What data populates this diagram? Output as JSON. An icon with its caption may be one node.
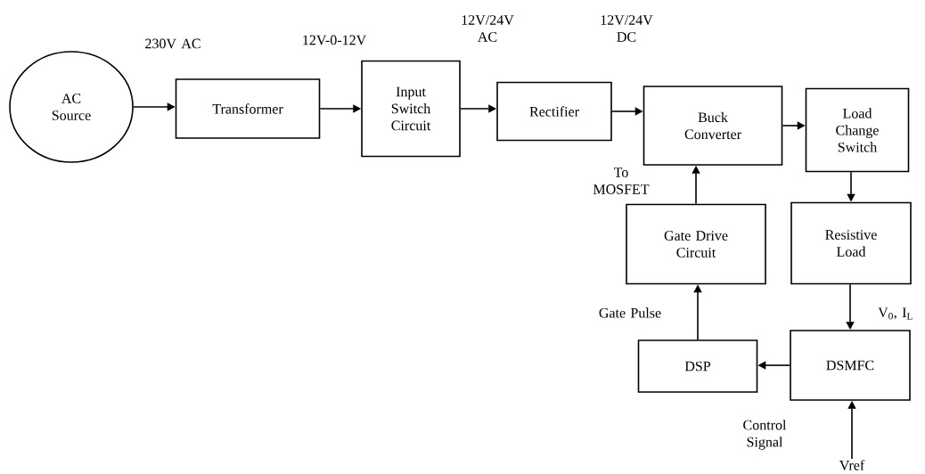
{
  "diagram": {
    "nodes": [
      {
        "text": [
          "AC Source"
        ]
      },
      {
        "text": [
          "Transformer"
        ]
      },
      {
        "text": [
          "Input Switch Circuit"
        ]
      },
      {
        "text": [
          "Rectifier"
        ]
      },
      {
        "text": [
          "Buck Converter"
        ]
      },
      {
        "text": [
          "Load Change Switch"
        ]
      },
      {
        "text": [
          "Resistive Load"
        ]
      },
      {
        "text": [
          "Gate Drive Circuit"
        ]
      },
      {
        "text": [
          "DSP"
        ]
      },
      {
        "text": [
          "DSMFC"
        ]
      },
      {
        "text": [
          "Vref"
        ]
      }
    ],
    "edges": [
      {
        "from": 0,
        "to": 1,
        "arrow": "to",
        "label": "230V AC"
      },
      {
        "from": 1,
        "to": 2,
        "arrow": "to",
        "label": "12V-0-12V"
      },
      {
        "from": 2,
        "to": 3,
        "arrow": "to",
        "label": "12V/24V AC"
      },
      {
        "from": 3,
        "to": 4,
        "arrow": "to",
        "label": "12V/24V DC"
      },
      {
        "from": 4,
        "to": 5,
        "arrow": "to"
      },
      {
        "from": 5,
        "to": 6,
        "arrow": "to"
      },
      {
        "from": 6,
        "to": 9,
        "arrow": "to",
        "label": "V$_{0}$, I$_{L}$"
      },
      {
        "from": 9,
        "to": 8,
        "arrow": "to"
      },
      {
        "from": 8,
        "to": 7,
        "arrow": "to",
        "label": "Gate Pulse"
      },
      {
        "from": 7,
        "to": 4,
        "arrow": "to",
        "label": "To MOSFET"
      },
      {
        "from": 10,
        "to": 9,
        "arrow": "to",
        "label": "Control Signal"
      }
    ]
  }
}
